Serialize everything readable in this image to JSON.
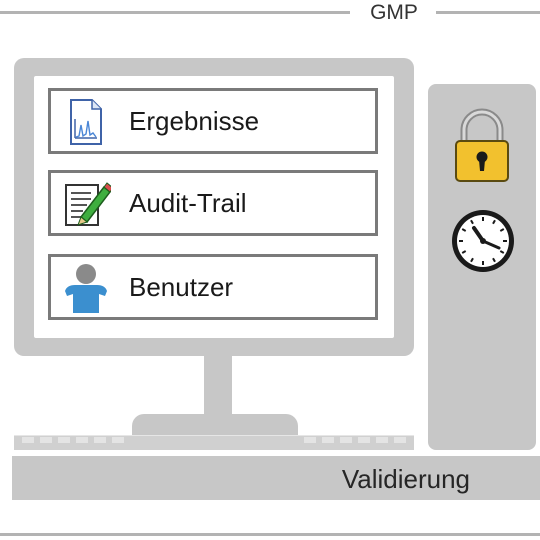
{
  "header": {
    "label": "GMP"
  },
  "menu": {
    "items": [
      {
        "label": "Ergebnisse",
        "icon": "result-document-icon"
      },
      {
        "label": "Audit-Trail",
        "icon": "audit-trail-icon"
      },
      {
        "label": "Benutzer",
        "icon": "user-icon"
      }
    ]
  },
  "tower": {
    "icons": [
      "padlock-icon",
      "clock-icon"
    ]
  },
  "footer": {
    "label": "Validierung"
  },
  "colors": {
    "device_gray": "#c7c7c7",
    "border_gray": "#7a7a7a",
    "rule_gray": "#b3b3b3",
    "lock_gold": "#f2c12e",
    "user_blue": "#3b8fcf"
  }
}
